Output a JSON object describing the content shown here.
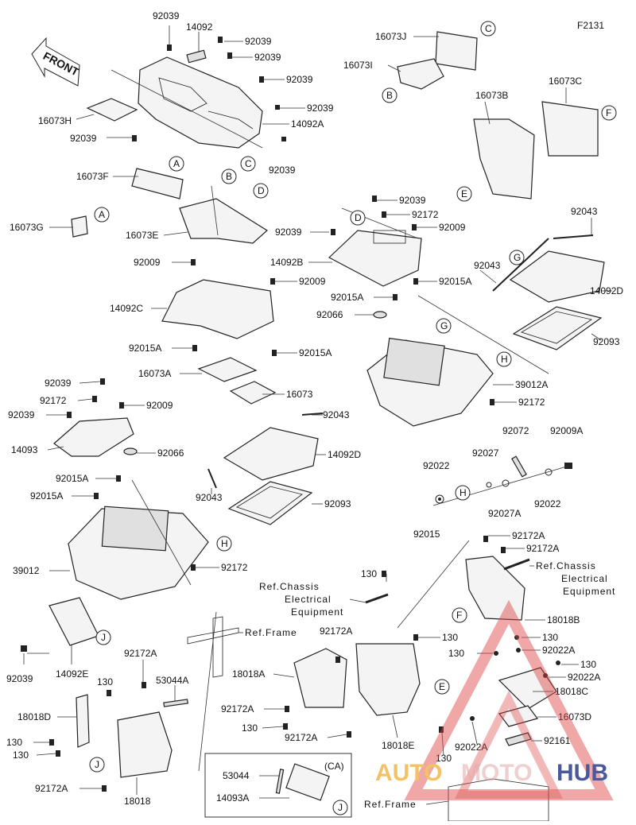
{
  "diagram_code": "F2131",
  "front_label": "FRONT",
  "labels": [
    "92039",
    "14092",
    "92039",
    "92039",
    "92039",
    "92039",
    "14092A",
    "92039",
    "16073H",
    "92039",
    "16073F",
    "16073G",
    "16073E",
    "16073J",
    "16073I",
    "16073B",
    "16073C",
    "92039",
    "92172",
    "92009",
    "14092B",
    "92039",
    "92015A",
    "92015A",
    "92066",
    "92043",
    "92043",
    "14092D",
    "92093",
    "39012A",
    "92172",
    "92009",
    "92009",
    "14092C",
    "92015A",
    "92015A",
    "16073A",
    "16073",
    "92039",
    "92172",
    "92009",
    "92039",
    "14093",
    "92043",
    "92066",
    "14092D",
    "92015A",
    "92015A",
    "92043",
    "92093",
    "39012",
    "92172",
    "92072",
    "92009A",
    "92022",
    "92027",
    "92022",
    "92027A",
    "92022",
    "92015",
    "92172A",
    "92172A",
    "130",
    "130",
    "18018B",
    "92172A",
    "130",
    "92022A",
    "130",
    "130",
    "92022A",
    "18018C",
    "16073D",
    "92161",
    "18018A",
    "92172A",
    "130",
    "92172A",
    "18018E",
    "92022A",
    "130",
    "92039",
    "14092E",
    "92172A",
    "130",
    "53044A",
    "18018D",
    "130",
    "130",
    "18018",
    "92172A",
    "53044",
    "14093A"
  ],
  "refs": {
    "chassis_a": [
      "Ref.Chassis",
      "Electrical",
      "Equipment"
    ],
    "chassis_b": [
      "Ref.Chassis",
      "Electrical",
      "Equipment"
    ],
    "frame_a": "Ref.Frame",
    "frame_b": "Ref.Frame",
    "ca": "(CA)"
  },
  "callouts": [
    "A",
    "B",
    "C",
    "D",
    "A",
    "B",
    "C",
    "D",
    "G",
    "H",
    "E",
    "F",
    "H",
    "H",
    "J",
    "J",
    "J",
    "F",
    "E",
    "G"
  ],
  "watermark": {
    "left": "AUTO",
    "right": "HUB",
    "middle": "MOTO"
  }
}
